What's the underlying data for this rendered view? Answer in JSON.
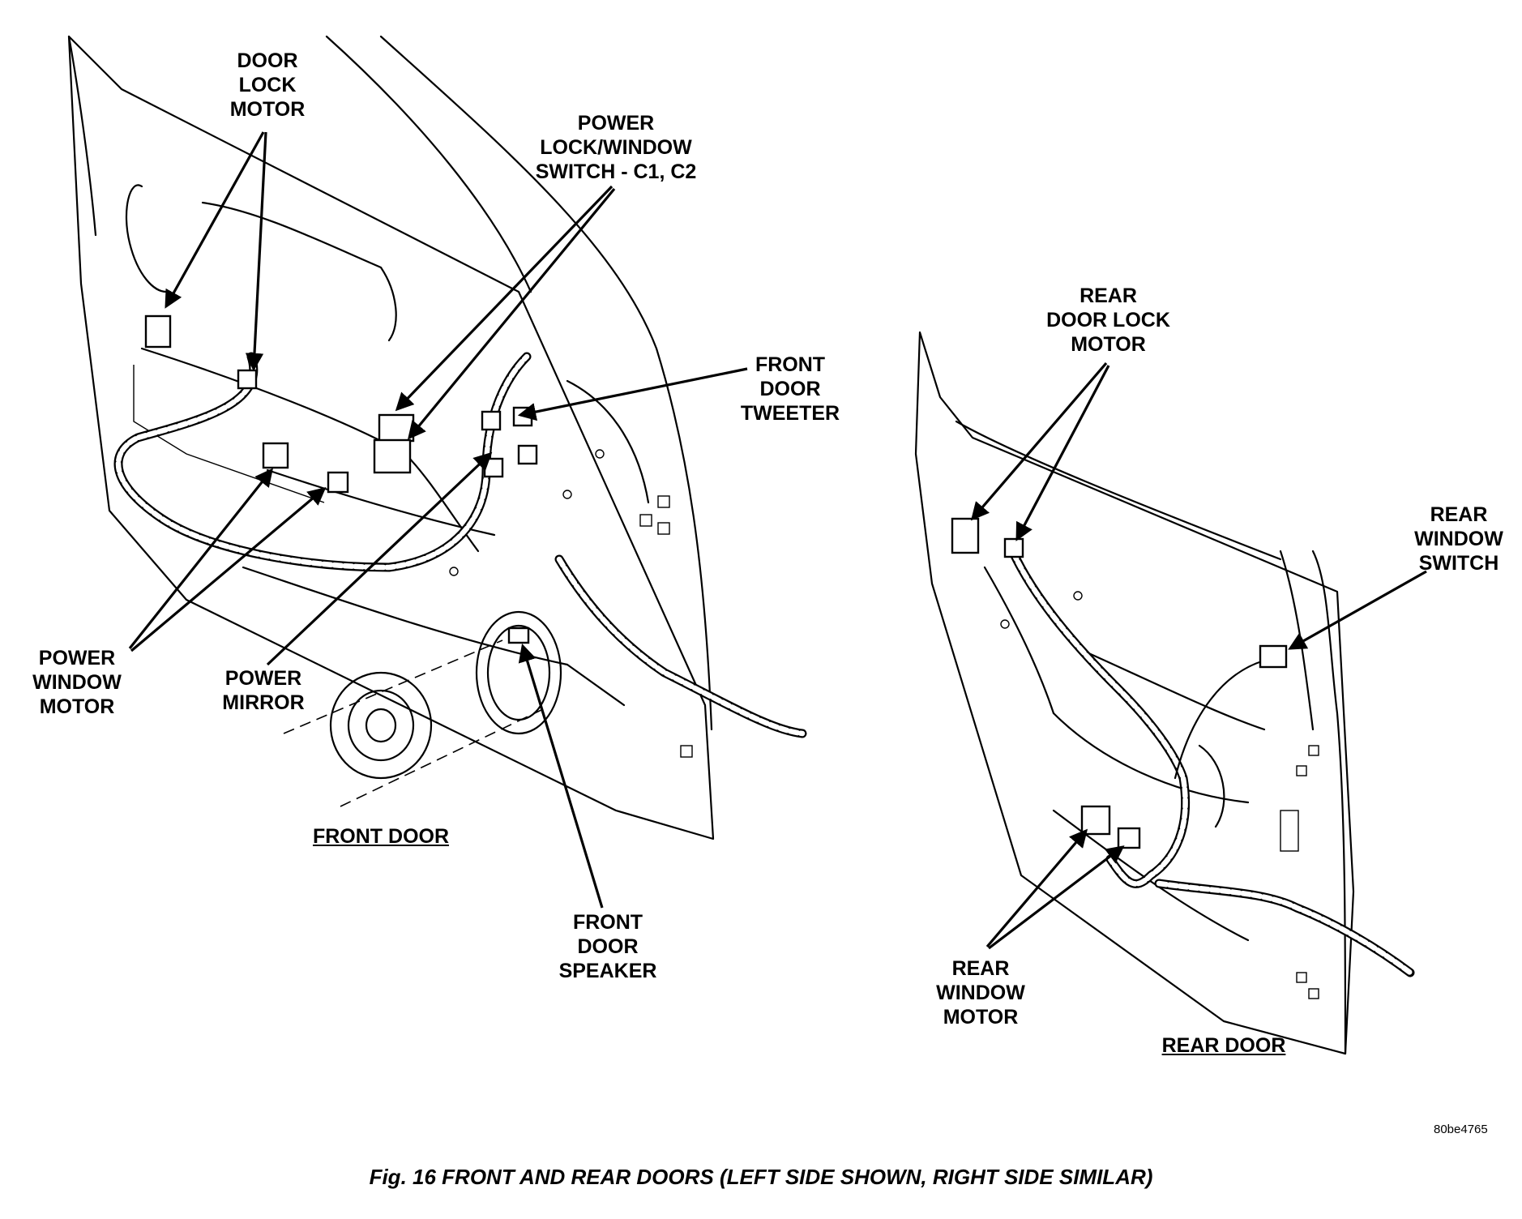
{
  "labels": {
    "door_lock_motor": [
      "DOOR",
      "LOCK",
      "MOTOR"
    ],
    "power_lock_window_switch": [
      "POWER",
      "LOCK/WINDOW",
      "SWITCH - C1, C2"
    ],
    "front_door_tweeter": [
      "FRONT",
      "DOOR",
      "TWEETER"
    ],
    "power_window_motor": [
      "POWER",
      "WINDOW",
      "MOTOR"
    ],
    "power_mirror": [
      "POWER",
      "MIRROR"
    ],
    "front_door_speaker": [
      "FRONT",
      "DOOR",
      "SPEAKER"
    ],
    "front_door": "FRONT DOOR",
    "rear_door_lock_motor": [
      "REAR",
      "DOOR LOCK",
      "MOTOR"
    ],
    "rear_window_switch": [
      "REAR",
      "WINDOW",
      "SWITCH"
    ],
    "rear_window_motor": [
      "REAR",
      "WINDOW",
      "MOTOR"
    ],
    "rear_door": "REAR DOOR"
  },
  "figure_id": "80be4765",
  "caption": "Fig. 16 FRONT AND REAR DOORS (LEFT SIDE SHOWN, RIGHT SIDE SIMILAR)"
}
